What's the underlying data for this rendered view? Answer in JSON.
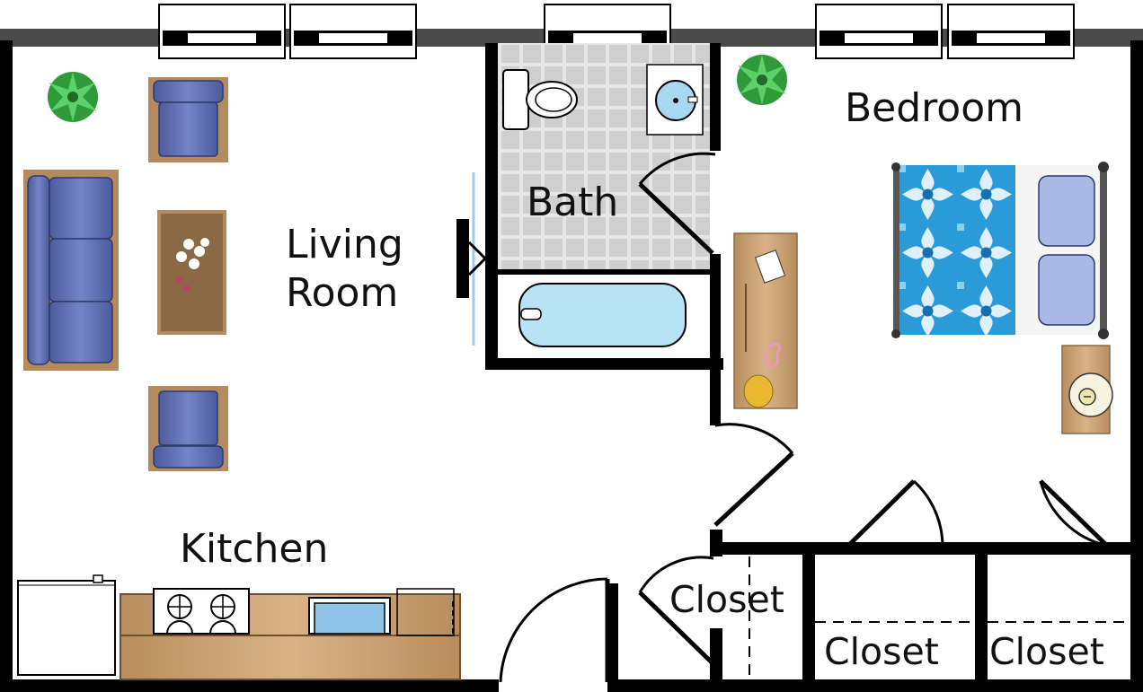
{
  "floorplan": {
    "rooms": [
      {
        "id": "living",
        "label_lines": [
          "Living",
          "Room"
        ]
      },
      {
        "id": "bath",
        "label_lines": [
          "Bath"
        ]
      },
      {
        "id": "bedroom",
        "label_lines": [
          "Bedroom"
        ]
      },
      {
        "id": "kitchen",
        "label_lines": [
          "Kitchen"
        ]
      },
      {
        "id": "closet-1",
        "label_lines": [
          "Closet"
        ]
      },
      {
        "id": "closet-2",
        "label_lines": [
          "Closet"
        ]
      },
      {
        "id": "closet-3",
        "label_lines": [
          "Closet"
        ]
      }
    ]
  },
  "colors": {
    "wall": "#000000",
    "top_wall": "#4a4a4a",
    "wood": "#c8a070",
    "wood_dark": "#8a6a45",
    "upholstery": "#5a6aa8",
    "upholstery_light": "#8898d0",
    "tile": "#cfcfcf",
    "tub_water": "#b8e2f5",
    "bed_pattern": "#1f8fd0",
    "pillow": "#a9b8e6",
    "plant": "#2e9a3a",
    "sink_window": "#8ec4e8"
  },
  "icons": [
    "window-icon",
    "plant-icon",
    "armchair-icon",
    "sofa-icon",
    "coffee-table-icon",
    "toilet-icon",
    "sink-icon",
    "bathtub-icon",
    "bed-icon",
    "pillow-icon",
    "nightstand-icon",
    "lamp-icon",
    "dresser-icon",
    "stove-icon",
    "kitchen-sink-icon",
    "refrigerator-icon",
    "door-icon"
  ]
}
